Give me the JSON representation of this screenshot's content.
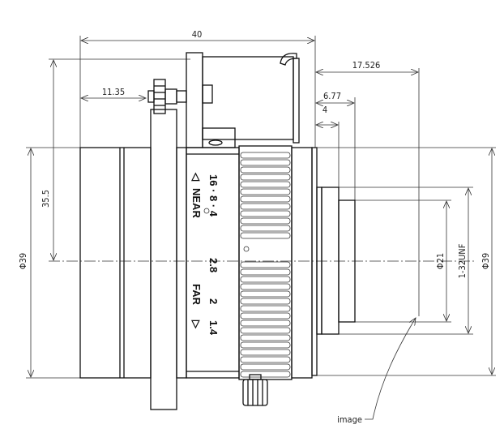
{
  "dimensions": {
    "overall_length": "40",
    "height_to_top": "35.5",
    "front_diameter": "Φ39",
    "knob_offset": "11.35",
    "flange_back": "17.526",
    "mount_depth": "6.77",
    "rear_depth": "4",
    "rear_inner_diameter": "Φ21",
    "thread": "1-32UNF",
    "rear_diameter": "Φ39"
  },
  "lens_markings": {
    "aperture_top": "16 · 8 · 4",
    "aperture_mid": "2.8",
    "aperture_2": "2",
    "aperture_14": "1.4",
    "near": "NEAR",
    "far": "FAR",
    "near_arrow": "◁",
    "far_arrow": "▷"
  },
  "annotations": {
    "image_plane": "image"
  }
}
